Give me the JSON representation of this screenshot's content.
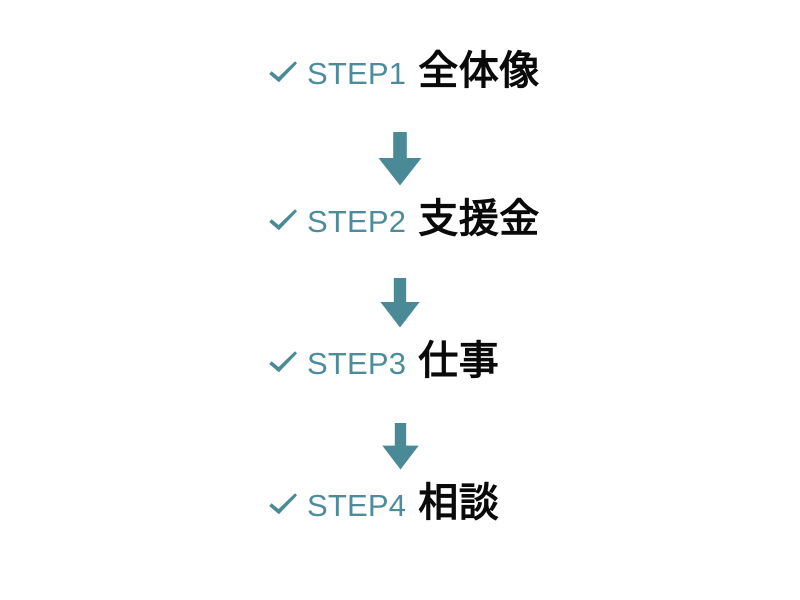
{
  "page": {
    "background": "#ffffff",
    "accent_teal": "#4a8a96",
    "label_teal": "#4d8c9b",
    "title_color": "#0a0a0a"
  },
  "steps": [
    {
      "check_icon": "check-icon",
      "label": "STEP1",
      "title": "全体像"
    },
    {
      "check_icon": "check-icon",
      "label": "STEP2",
      "title": "支援金"
    },
    {
      "check_icon": "check-icon",
      "label": "STEP3",
      "title": "仕事"
    },
    {
      "check_icon": "check-icon",
      "label": "STEP4",
      "title": "相談"
    }
  ],
  "arrows": [
    {
      "icon": "arrow-down-icon",
      "color": "#4a8a96"
    },
    {
      "icon": "arrow-down-icon",
      "color": "#4a8a96"
    },
    {
      "icon": "arrow-down-icon",
      "color": "#4a8a96"
    }
  ]
}
